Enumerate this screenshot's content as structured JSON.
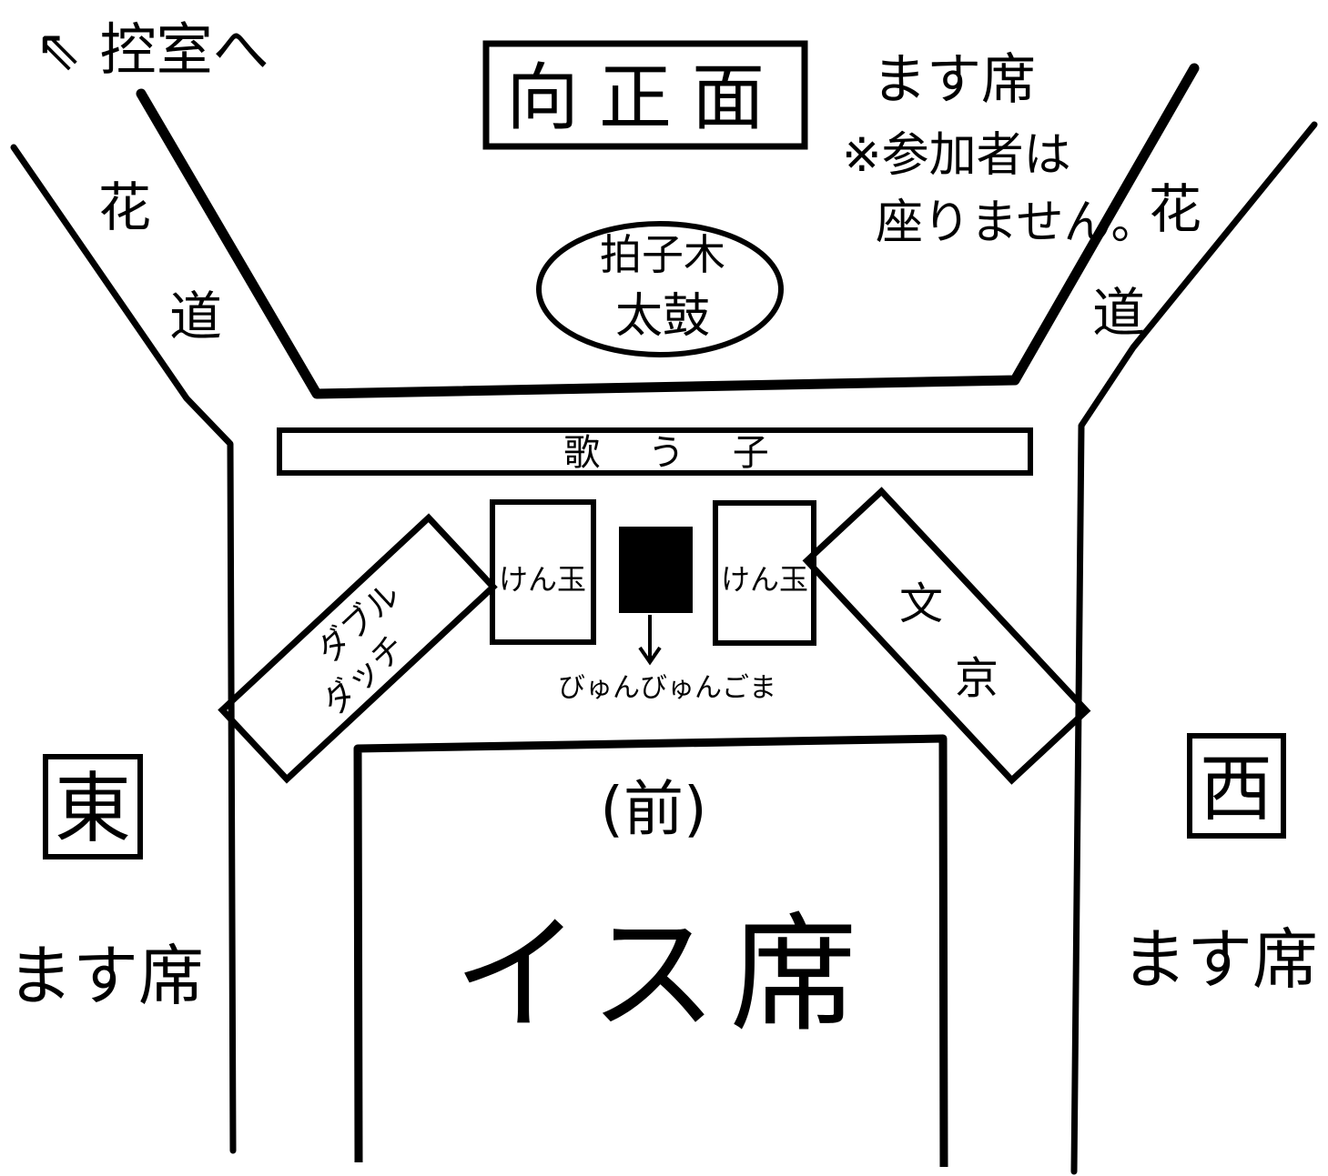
{
  "labels": {
    "to_waiting_room": "⇖ 控室へ",
    "mukou_shomen": "向正面",
    "masu_seat_top": "ます席",
    "note_line1": "※参加者は",
    "note_line2": "座りません。",
    "hanamichi_left_1": "花",
    "hanamichi_left_2": "道",
    "hanamichi_right_1": "花",
    "hanamichi_right_2": "道",
    "hyoshigi_taiko_1": "拍子木",
    "hyoshigi_taiko_2": "太鼓",
    "utako": "歌 う 子",
    "kendama_left": "けん玉",
    "kendama_right": "けん玉",
    "double_dutch_1": "ダブル",
    "double_dutch_2": "ダッチ",
    "bunkyo_1": "文",
    "bunkyo_2": "京",
    "byunbyun_goma": "びゅんびゅんごま",
    "mae": "(前)",
    "isu_seat": "イス席",
    "east": "東",
    "west": "西",
    "masu_seat_left": "ます席",
    "masu_seat_right": "ます席"
  },
  "colors": {
    "ink": "#000000",
    "paper": "#ffffff"
  }
}
